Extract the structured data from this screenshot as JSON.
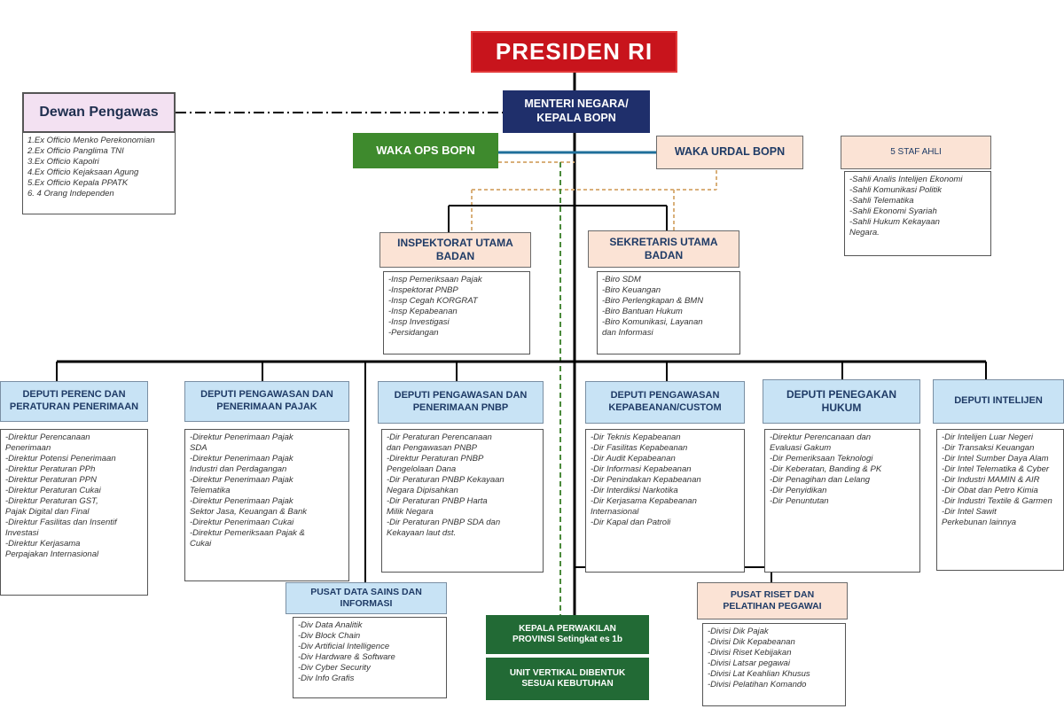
{
  "presiden": "PRESIDEN RI",
  "menteri": [
    "MENTERI NEGARA/",
    "KEPALA BOPN"
  ],
  "waka_ops": "WAKA OPS BOPN",
  "waka_urdal": "WAKA URDAL BOPN",
  "dewan": {
    "title": "Dewan Pengawas",
    "items": [
      "1.Ex Officio Menko Perekonomian",
      "2.Ex Officio Panglima TNI",
      "3.Ex Officio Kapolri",
      "4.Ex Officio Kejaksaan Agung",
      "5.Ex Officio Kepala PPATK",
      "6. 4 Orang Independen"
    ]
  },
  "staf_ahli": {
    "title": "5 STAF AHLI",
    "items": [
      "-Sahli Analis Intelijen Ekonomi",
      "-Sahli Komunikasi Politik",
      "-Sahli Telematika",
      "-Sahli Ekonomi Syariah",
      "-Sahli Hukum Kekayaan",
      "Negara."
    ]
  },
  "inspektorat": {
    "title": [
      "INSPEKTORAT UTAMA",
      "BADAN"
    ],
    "items": [
      "-Insp Pemeriksaan Pajak",
      "-Inspektorat PNBP",
      "-Insp Cegah KORGRAT",
      "-Insp Kepabeanan",
      "-Insp Investigasi",
      "-Persidangan"
    ]
  },
  "sekretaris": {
    "title": [
      "SEKRETARIS UTAMA",
      "BADAN"
    ],
    "items": [
      "-Biro SDM",
      "-Biro Keuangan",
      "-Biro Perlengkapan & BMN",
      "-Biro Bantuan Hukum",
      "-Biro Komunikasi, Layanan",
      "dan Informasi"
    ]
  },
  "deputi": [
    {
      "title": [
        "DEPUTI PERENC DAN",
        "PERATURAN PENERIMAAN"
      ],
      "items": [
        "-Direktur Perencanaan",
        "Penerimaan",
        "-Direktur Potensi Penerimaan",
        "-Direktur Peraturan PPh",
        "-Direktur Peraturan PPN",
        "-Direktur Peraturan Cukai",
        "-Direktur Peraturan GST,",
        "Pajak Digital dan Final",
        "-Direktur Fasilitas dan Insentif",
        "Investasi",
        "-Direktur Kerjasama",
        "Perpajakan Internasional"
      ]
    },
    {
      "title": [
        "DEPUTI PENGAWASAN DAN",
        "PENERIMAAN PAJAK"
      ],
      "items": [
        "-Direktur Penerimaan Pajak",
        "SDA",
        "-Direktur Penerimaan Pajak",
        "Industri dan Perdagangan",
        "-Direktur Penerimaan Pajak",
        "Telematika",
        "-Direktur Penerimaan Pajak",
        "Sektor Jasa, Keuangan & Bank",
        "-Direktur Penerimaan Cukai",
        "-Direktur Pemeriksaan Pajak &",
        "Cukai"
      ]
    },
    {
      "title": [
        "DEPUTI PENGAWASAN DAN",
        "PENERIMAAN PNBP"
      ],
      "items": [
        "-Dir Peraturan Perencanaan",
        "dan Pengawasan PNBP",
        "-Direktur Peraturan PNBP",
        "Pengelolaan Dana",
        "-Dir Peraturan PNBP Kekayaan",
        "Negara Dipisahkan",
        "-Dir Peraturan PNBP Harta",
        "Milik Negara",
        "-Dir Peraturan PNBP SDA dan",
        "Kekayaan laut dst."
      ]
    },
    {
      "title": [
        "DEPUTI PENGAWASAN",
        "KEPABEANAN/CUSTOM"
      ],
      "items": [
        "-Dir Teknis Kepabeanan",
        "-Dir Fasilitas Kepabeanan",
        "-Dir Audit Kepabeanan",
        "-Dir Informasi Kepabeanan",
        "-Dir Penindakan Kepabeanan",
        "-Dir Interdiksi Narkotika",
        "-Dir Kerjasama Kepabeanan",
        "Internasional",
        "-Dir Kapal dan Patroli"
      ]
    },
    {
      "title": [
        "DEPUTI PENEGAKAN",
        "HUKUM"
      ],
      "items": [
        "-Direktur Perencanaan dan",
        "Evaluasi Gakum",
        "-Dir Pemeriksaan Teknologi",
        "-Dir Keberatan, Banding & PK",
        "-Dir Penagihan dan Lelang",
        "-Dir Penyidikan",
        "-Dir Penuntutan"
      ]
    },
    {
      "title": [
        "DEPUTI INTELIJEN"
      ],
      "items": [
        "-Dir Intelijen Luar Negeri",
        "-Dir Transaksi Keuangan",
        "-Dir Intel Sumber Daya Alam",
        "-Dir Intel Telematika & Cyber",
        "-Dir Industri MAMIN & AIR",
        "-Dir Obat dan Petro Kimia",
        "-Dir Industri Textile & Garmen",
        "-Dir Intel Sawit",
        "Perkebunan lainnya"
      ]
    }
  ],
  "pusat_data": {
    "title": [
      "PUSAT DATA SAINS DAN",
      "INFORMASI"
    ],
    "items": [
      "-Div Data Analitik",
      "-Div Block Chain",
      "-Div Artificial Intelligence",
      "-Div Hardware & Software",
      "-Div Cyber Security",
      "-Div Info Grafis"
    ]
  },
  "pusat_riset": {
    "title": [
      "PUSAT RISET DAN",
      "PELATIHAN PEGAWAI"
    ],
    "items": [
      "-Divisi Dik Pajak",
      "-Divisi Dik Kepabeanan",
      "-Divisi Riset Kebijakan",
      "-Divisi Latsar pegawai",
      "-Divisi Lat Keahlian Khusus",
      "-Divisi Pelatihan Komando"
    ]
  },
  "kepala_perwakilan": [
    "KEPALA PERWAKILAN",
    "PROVINSI Setingkat es 1b"
  ],
  "unit_vertikal": [
    "UNIT VERTIKAL DIBENTUK",
    "SESUAI KEBUTUHAN"
  ]
}
